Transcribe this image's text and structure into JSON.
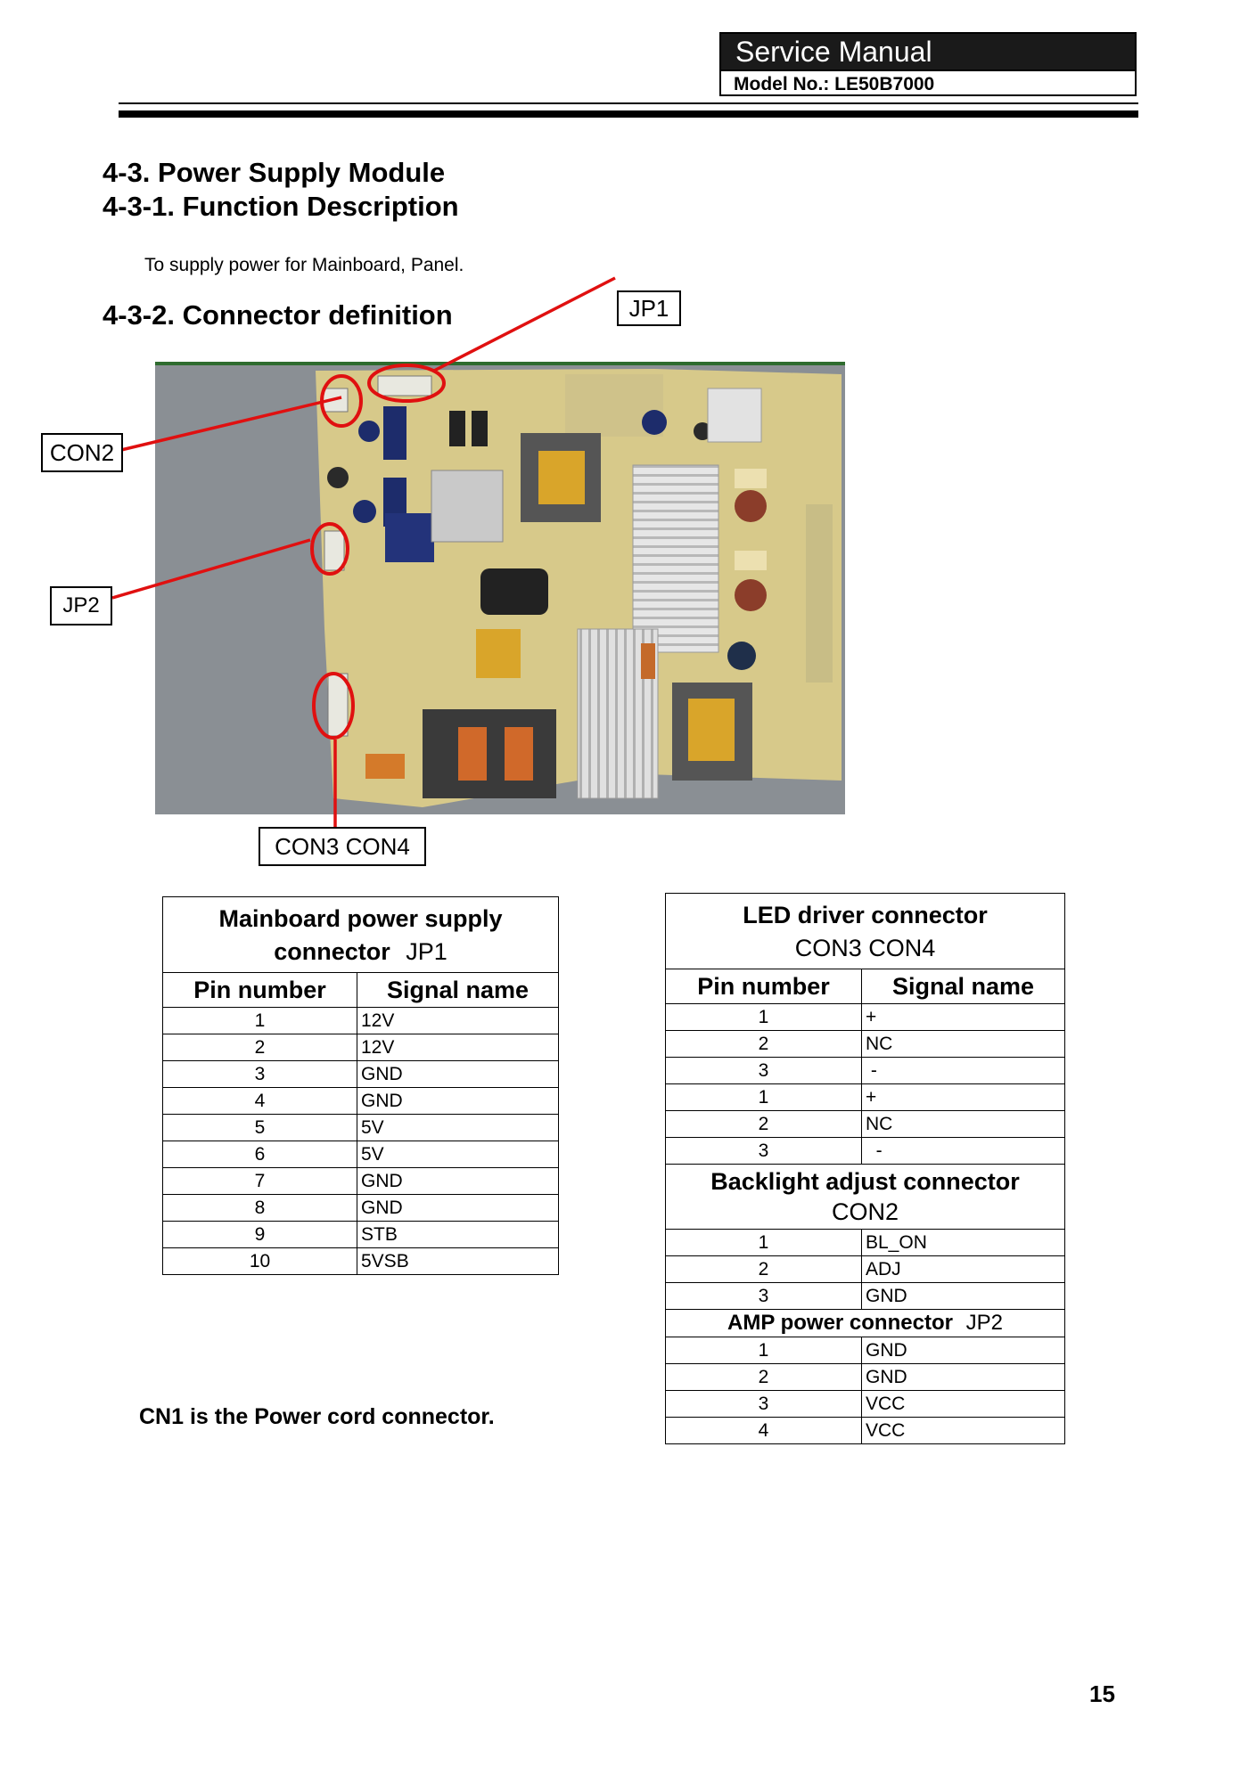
{
  "header": {
    "title": "Service Manual",
    "model": "Model No.: LE50B7000"
  },
  "headings": {
    "section": "4-3. Power Supply Module",
    "function": "4-3-1. Function Description",
    "connector": "4-3-2. Connector definition"
  },
  "function_text": "To supply power for Mainboard, Panel.",
  "labels": {
    "jp1": "JP1",
    "con2": "CON2",
    "jp2": "JP2",
    "con34": "CON3  CON4"
  },
  "table1": {
    "title": "Mainboard power supply",
    "subtitle_bold": "connector",
    "subtitle_ref": "JP1",
    "col_pin": "Pin number",
    "col_signal": "Signal name",
    "rows": [
      {
        "pin": "1",
        "signal": "12V"
      },
      {
        "pin": "2",
        "signal": "12V"
      },
      {
        "pin": "3",
        "signal": "GND"
      },
      {
        "pin": "4",
        "signal": "GND"
      },
      {
        "pin": "5",
        "signal": "5V"
      },
      {
        "pin": "6",
        "signal": "5V"
      },
      {
        "pin": "7",
        "signal": "GND"
      },
      {
        "pin": "8",
        "signal": "GND"
      },
      {
        "pin": "9",
        "signal": "STB"
      },
      {
        "pin": "10",
        "signal": "5VSB"
      }
    ]
  },
  "table2": {
    "title": "LED driver connector",
    "subtitle": "CON3  CON4",
    "col_pin": "Pin number",
    "col_signal": "Signal name",
    "led_rows": [
      {
        "pin": "1",
        "signal": "+"
      },
      {
        "pin": "2",
        "signal": "NC"
      },
      {
        "pin": "3",
        "signal": " -"
      },
      {
        "pin": "1",
        "signal": "+"
      },
      {
        "pin": "2",
        "signal": "NC"
      },
      {
        "pin": "3",
        "signal": "  -"
      }
    ],
    "backlight_title": "Backlight adjust connector",
    "backlight_sub": "CON2",
    "backlight_rows": [
      {
        "pin": "1",
        "signal": "BL_ON"
      },
      {
        "pin": "2",
        "signal": "ADJ"
      },
      {
        "pin": "3",
        "signal": "GND"
      }
    ],
    "amp_title": "AMP power connector",
    "amp_ref": "JP2",
    "amp_rows": [
      {
        "pin": "1",
        "signal": "GND"
      },
      {
        "pin": "2",
        "signal": "GND"
      },
      {
        "pin": "3",
        "signal": "VCC"
      },
      {
        "pin": "4",
        "signal": "VCC"
      }
    ]
  },
  "note": "CN1 is the Power cord connector.",
  "page_number": "15"
}
